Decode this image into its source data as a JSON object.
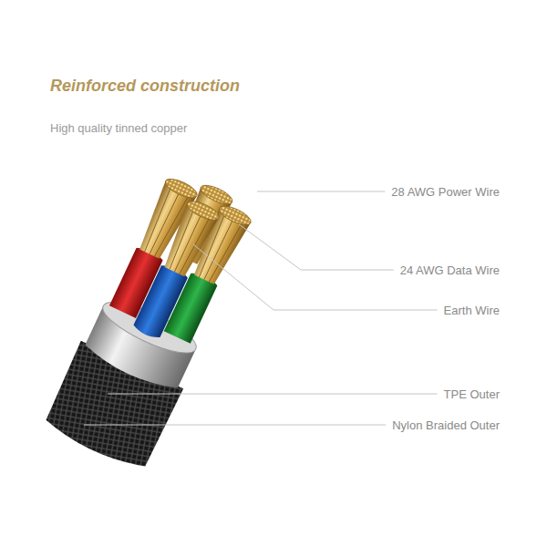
{
  "diagram": {
    "title": "Reinforced construction",
    "labels": [
      "High quality tinned copper",
      "28 AWG Power Wire",
      "24 AWG Data Wire",
      "Earth Wire",
      "TPE Outer",
      "Nylon Braided Outer"
    ]
  }
}
